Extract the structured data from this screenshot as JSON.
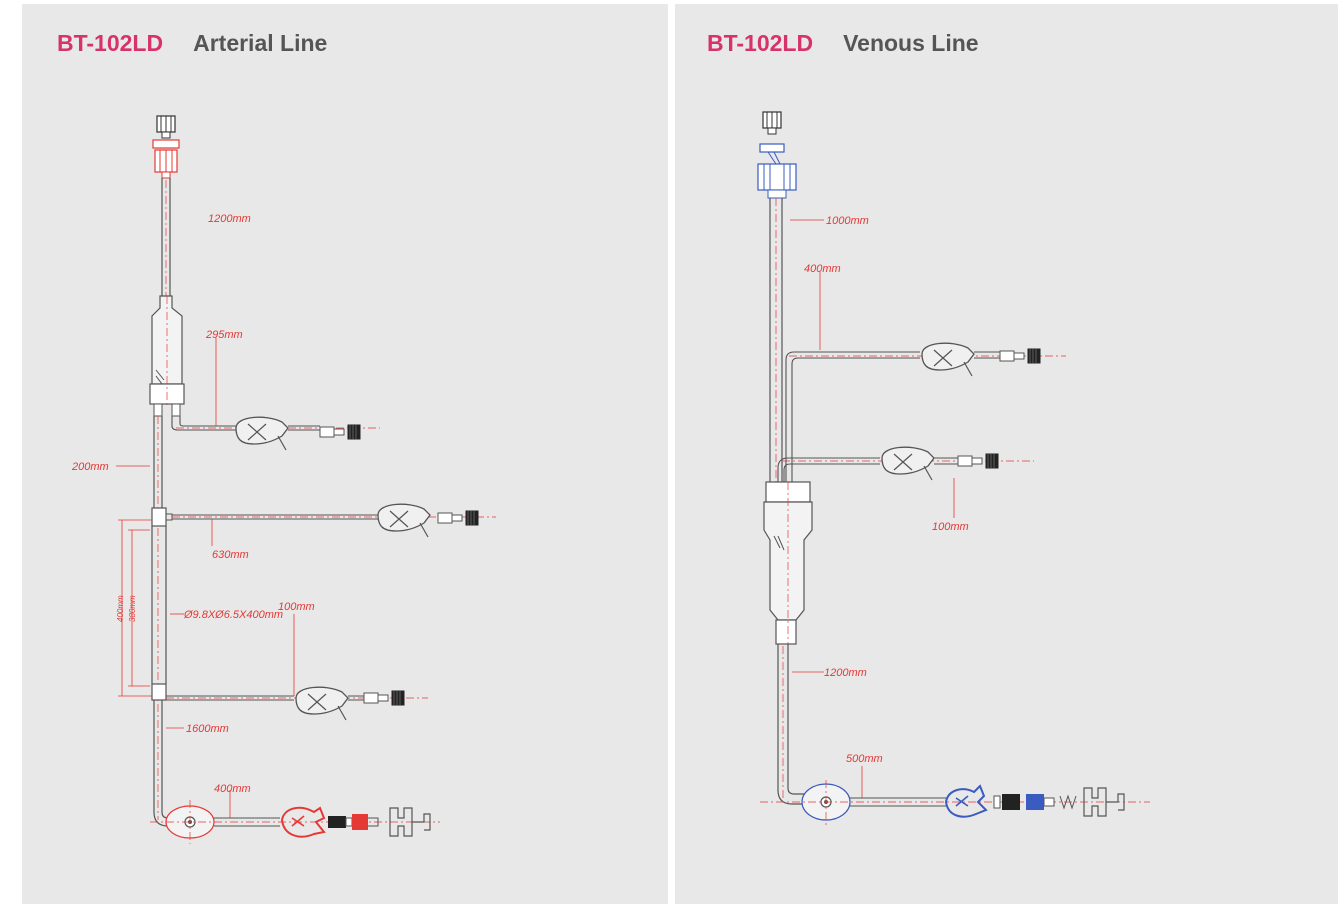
{
  "left": {
    "code": "BT-102LD",
    "name": "Arterial Line",
    "dims": {
      "d1200": "1200mm",
      "d295": "295mm",
      "d200": "200mm",
      "d630": "630mm",
      "d400v": "400mm",
      "d380v": "380mm",
      "dtube": "Ø9.8XØ6.5X400mm",
      "d100": "100mm",
      "d1600": "1600mm",
      "d400": "400mm"
    }
  },
  "right": {
    "code": "BT-102LD",
    "name": "Venous Line",
    "dims": {
      "d1000": "1000mm",
      "d400": "400mm",
      "d100": "100mm",
      "d1200": "1200mm",
      "d500": "500mm"
    }
  },
  "colors": {
    "accent": "#d6336c",
    "dimension": "#e53935",
    "red_part": "#e53935",
    "blue_part": "#3a5bbf",
    "line": "#555555"
  }
}
